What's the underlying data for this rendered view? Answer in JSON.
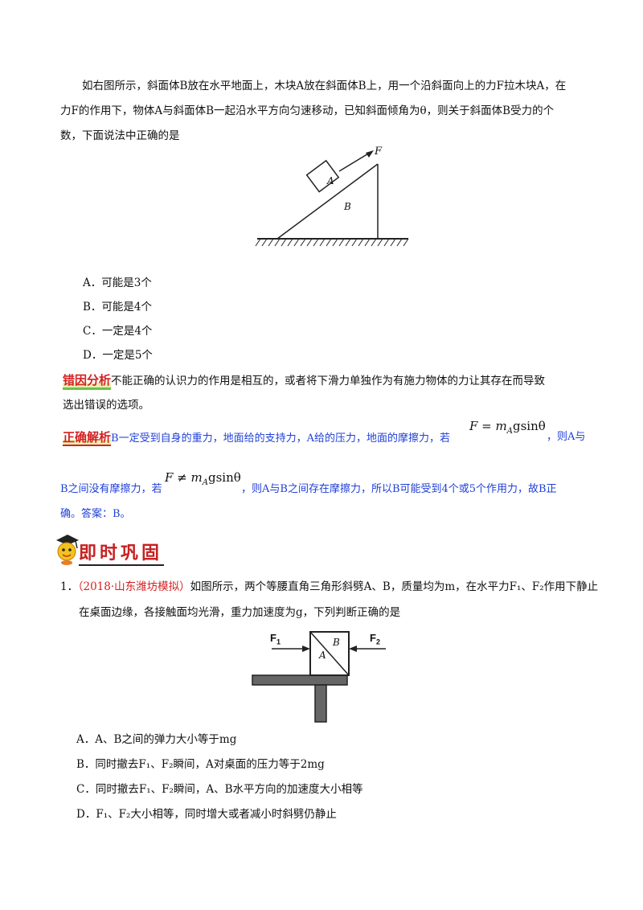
{
  "intro": {
    "line1": "如右图所示，斜面体B放在水平地面上，木块A放在斜面体B上，用一个沿斜面向上的力F拉木块A，在",
    "line2": "力F的作用下，物体A与斜面体B一起沿水平方向匀速移动，已知斜面倾角为θ，则关于斜面体B受力的个",
    "line3": "数，下面说法中正确的是"
  },
  "figure1": {
    "label_F": "F",
    "label_A": "A",
    "label_B": "B"
  },
  "options1": [
    "A．可能是3个",
    "B．可能是4个",
    "C．一定是4个",
    "D．一定是5个"
  ],
  "error_analysis": {
    "tag": "错因分析",
    "line1": "不能正确的认识力的作用是相互的，或者将下滑力单独作为有施力物体的力让其存在而导致",
    "line2": "选出错误的选项。"
  },
  "correct_analysis": {
    "tag": "正确解析",
    "line1_a": "B一定受到自身的重力，地面给的支持力，A给的压力，地面的摩擦力，若",
    "formula1": "F = m",
    "formula1_sub": "A",
    "formula1_tail": "gsinθ",
    "line1_b": "，则A与",
    "line2_a": "B之间没有摩擦力，若",
    "formula2": "F ≠ m",
    "formula2_sub": "A",
    "formula2_tail": "gsinθ",
    "line2_b": "，则A与B之间存在摩擦力，所以B可能受到4个或5个作用力，故B正",
    "line3": "确。答案：B。"
  },
  "section": {
    "title": "即时巩固"
  },
  "q1": {
    "number": "1．",
    "source": "（2018·山东潍坊模拟）",
    "line1": "如图所示，两个等腰直角三角形斜劈A、B，质量均为m，在水平力F₁、F₂作用下静止",
    "line2": "在桌面边缘，各接触面均光滑，重力加速度为g，下列判断正确的是"
  },
  "figure2": {
    "label_F1": "F",
    "label_F1_sub": "1",
    "label_F2": "F",
    "label_F2_sub": "2",
    "label_A": "A",
    "label_B": "B"
  },
  "options2": [
    "A．A、B之间的弹力大小等于mg",
    "B．同时撤去F₁、F₂瞬间，A对桌面的压力等于2mg",
    "C．同时撤去F₁、F₂瞬间，A、B水平方向的加速度大小相等",
    "D．F₁、F₂大小相等，同时增大或者减小时斜劈仍静止"
  ]
}
